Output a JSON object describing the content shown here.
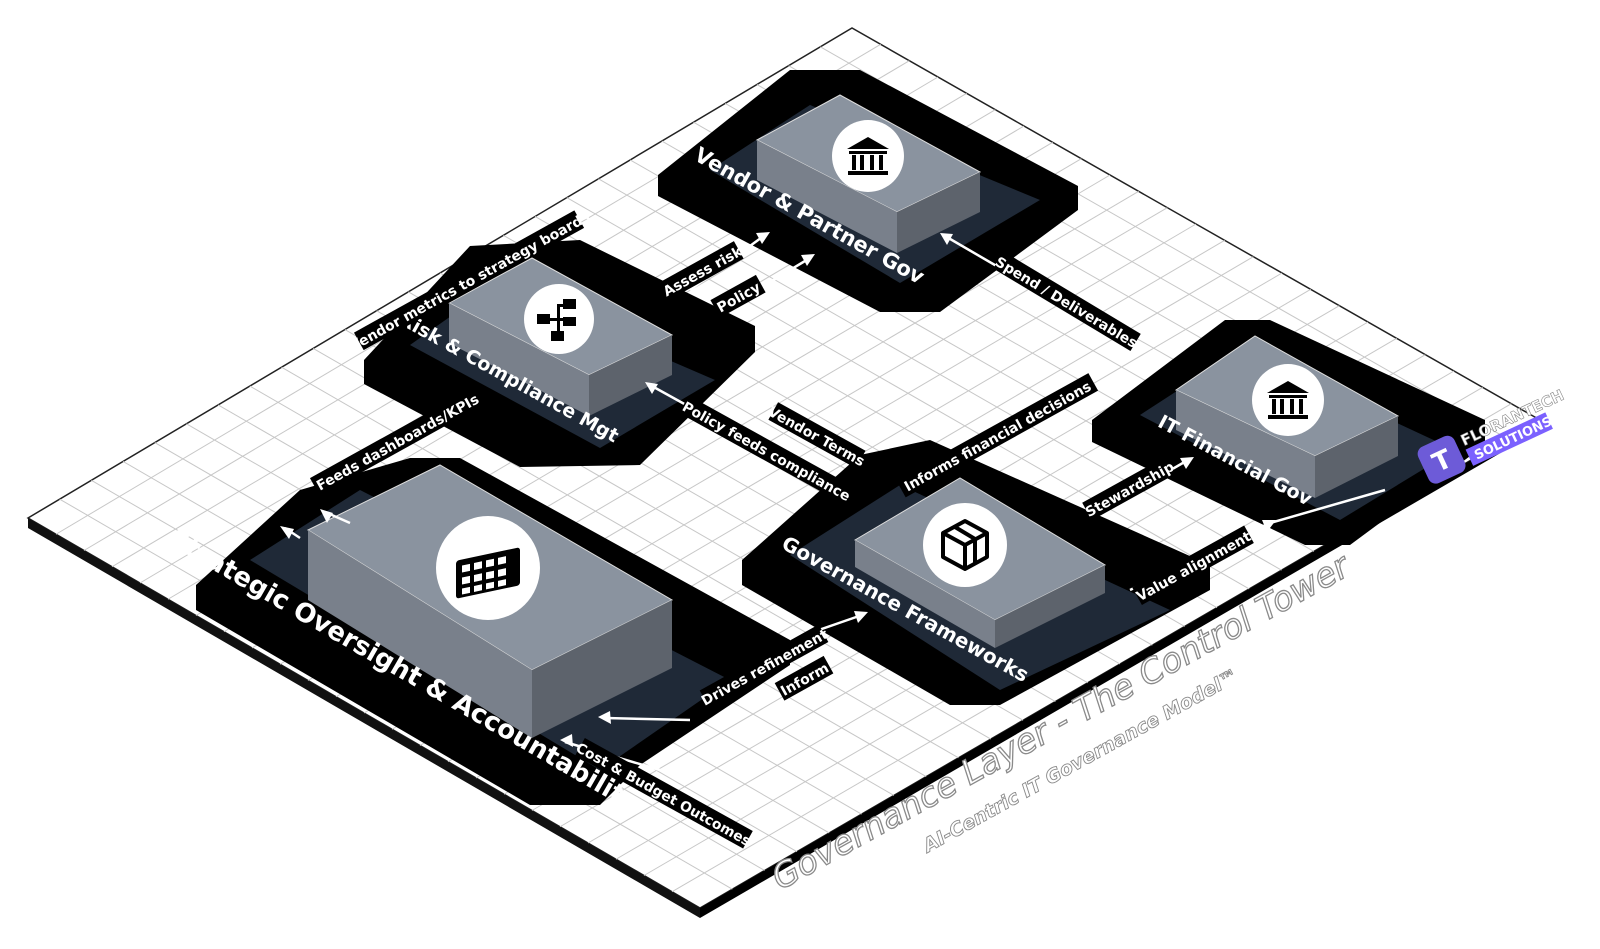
{
  "title": {
    "main": "Governance Layer - The Control Tower",
    "subtitle": "AI-Centric IT Governance Model™"
  },
  "brand": {
    "line1": "FLORANTECH",
    "line2": "SOLUTIONS",
    "accent": "#7b61ff"
  },
  "colors": {
    "frame_black": "#000000",
    "frame_navy": "#1f2937",
    "box_top": "#8a939f",
    "box_side_left": "#79808b",
    "box_side_right": "#5d636c",
    "grid": "#c7c7c7"
  },
  "blocks": {
    "strategic": {
      "label": "Strategic Oversight & Accountability",
      "icon": "calculator-icon"
    },
    "risk": {
      "label": "Risk & Compliance Mgt",
      "icon": "sitemap-icon"
    },
    "vendor": {
      "label": "Vendor & Partner Gov",
      "icon": "bank-icon"
    },
    "governance": {
      "label": "Governance Frameworks",
      "icon": "cube-icon"
    },
    "financial": {
      "label": "IT Financial Gov",
      "icon": "bank-icon"
    }
  },
  "flows": {
    "vendor_metrics": "Vendor metrics to strategy boards",
    "assess_risk": "Assess risk",
    "policy": "Policy",
    "spend": "Spend / Deliverables",
    "feeds_kpis": "Feeds dashboards/KPIs",
    "policy_feeds": "Policy feeds compliance",
    "vendor_terms": "Vendor Terms",
    "informs_financial": "Informs financial decisions",
    "stewardship": "Stewardship",
    "value_alignment": "Value alignment",
    "drives_refinement": "Drives refinement",
    "inform": "Inform",
    "cost_budget": "Cost & Budget Outcomes"
  }
}
